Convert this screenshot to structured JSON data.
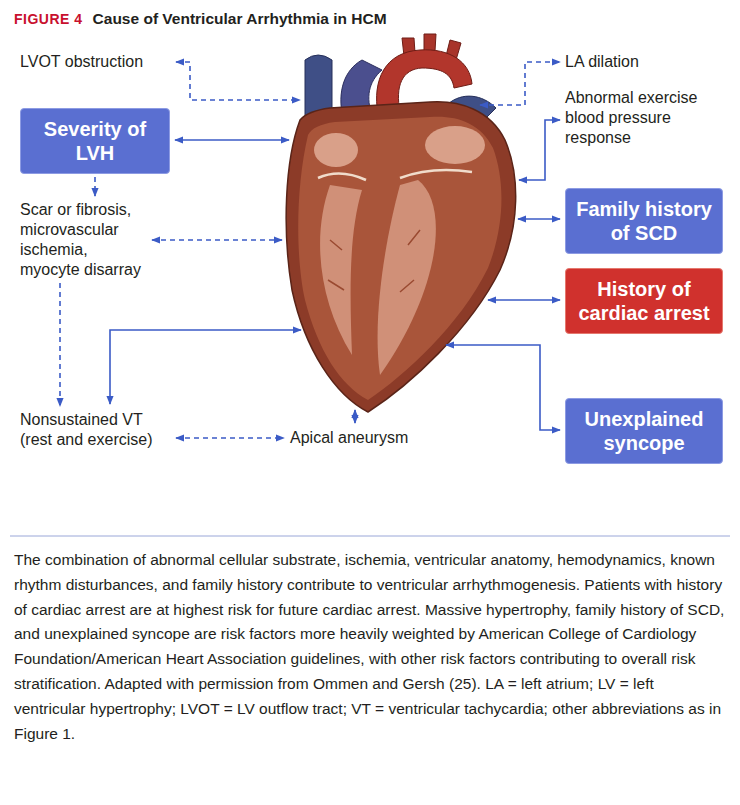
{
  "diagram": {
    "title": "Cause of Ventricular Arrhythmia in HCM",
    "caption": "The combination of abnormal cellular substrate, ischemia, ventricular anatomy, hemodynamics, known rhythm disturbances, and family history contribute to ventricular arrhythmogenesis. Patients with history of cardiac arrest are at highest risk for future cardiac arrest. Massive hypertrophy, family history of SCD, and unexplained syncope are risk factors more heavily weighted by American College of Cardiology Foundation/American Heart Association guidelines, with other risk factors contributing to overall risk stratification. Adapted with permission from Ommen and Gersh (25). LA = left atrium; LV = left ventricular hypertrophy; LVOT = LV outflow tract; VT = ventricular tachycardia; other abbreviations as in Figure 1.",
    "nodes": [
      {
        "text": [
          "LVOT obstruction"
        ]
      },
      {
        "text": [
          "LA dilation"
        ]
      },
      {
        "text": [
          "Abnormal exercise blood pressure response"
        ]
      },
      {
        "text": [
          "Severity of LVH"
        ]
      },
      {
        "text": [
          "Family history of SCD"
        ]
      },
      {
        "text": [
          "Scar or fibrosis, microvascular ischemia, myocyte disarray"
        ]
      },
      {
        "text": [
          "History of cardiac arrest"
        ]
      },
      {
        "text": [
          "Unexplained syncope"
        ]
      },
      {
        "text": [
          "Nonsustained VT (rest and exercise)"
        ]
      },
      {
        "text": [
          "Apical aneurysm"
        ]
      }
    ],
    "edges": [
      {
        "from": 3,
        "to": 5,
        "arrow": "to"
      },
      {
        "from": 5,
        "to": 8,
        "arrow": "to"
      },
      {
        "from": 8,
        "to": 9,
        "arrow": "both"
      }
    ],
    "labels": [
      "FIGURE 4"
    ]
  }
}
